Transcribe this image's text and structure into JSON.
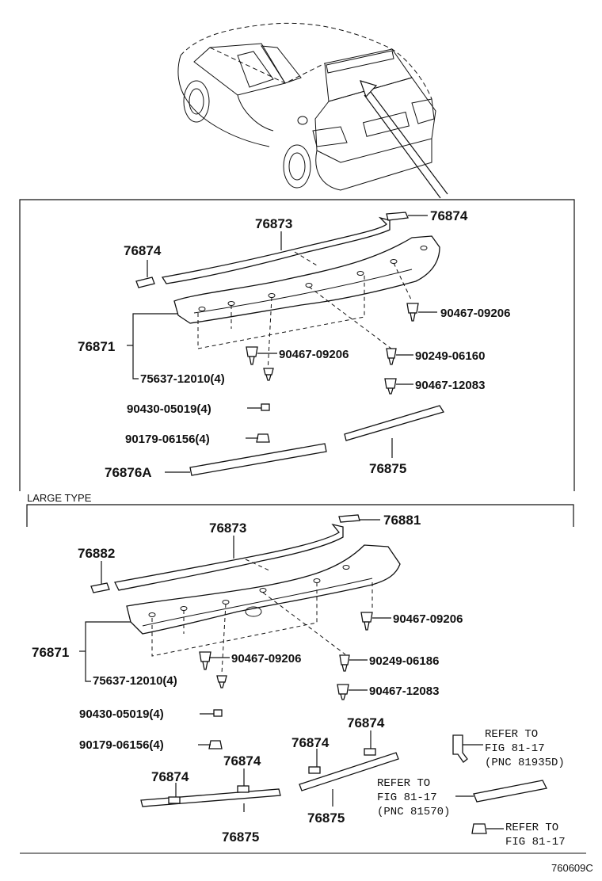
{
  "labels": {
    "s1_76873": "76873",
    "s1_76874_top": "76874",
    "s1_76874_left": "76874",
    "s1_76871": "76871",
    "s1_90467_09206_a": "90467-09206",
    "s1_90467_09206_b": "90467-09206",
    "s1_90249": "90249-06160",
    "s1_75637": "75637-12010(4)",
    "s1_90467_12083": "90467-12083",
    "s1_90430": "90430-05019(4)",
    "s1_90179": "90179-06156(4)",
    "s1_76876A": "76876A",
    "s1_76875": "76875",
    "large_type": "LARGE TYPE",
    "s2_76873": "76873",
    "s2_76881": "76881",
    "s2_76882": "76882",
    "s2_90467_09206_a": "90467-09206",
    "s2_76871": "76871",
    "s2_90467_09206_b": "90467-09206",
    "s2_90249": "90249-06186",
    "s2_75637": "75637-12010(4)",
    "s2_90467_12083": "90467-12083",
    "s2_90430": "90430-05019(4)",
    "s2_90179": "90179-06156(4)",
    "s2_76874_a": "76874",
    "s2_76874_b": "76874",
    "s2_76874_c": "76874",
    "s2_76874_d": "76874",
    "s2_76875_a": "76875",
    "s2_76875_b": "76875",
    "ref1_l1": "REFER TO",
    "ref1_l2": "FIG 81-17",
    "ref1_l3": "(PNC 81935D)",
    "ref2_l1": "REFER TO",
    "ref2_l2": "FIG 81-17",
    "ref2_l3": "(PNC 81570)",
    "ref3_l1": "REFER TO",
    "ref3_l2": "FIG 81-17",
    "figure_id": "760609C"
  }
}
